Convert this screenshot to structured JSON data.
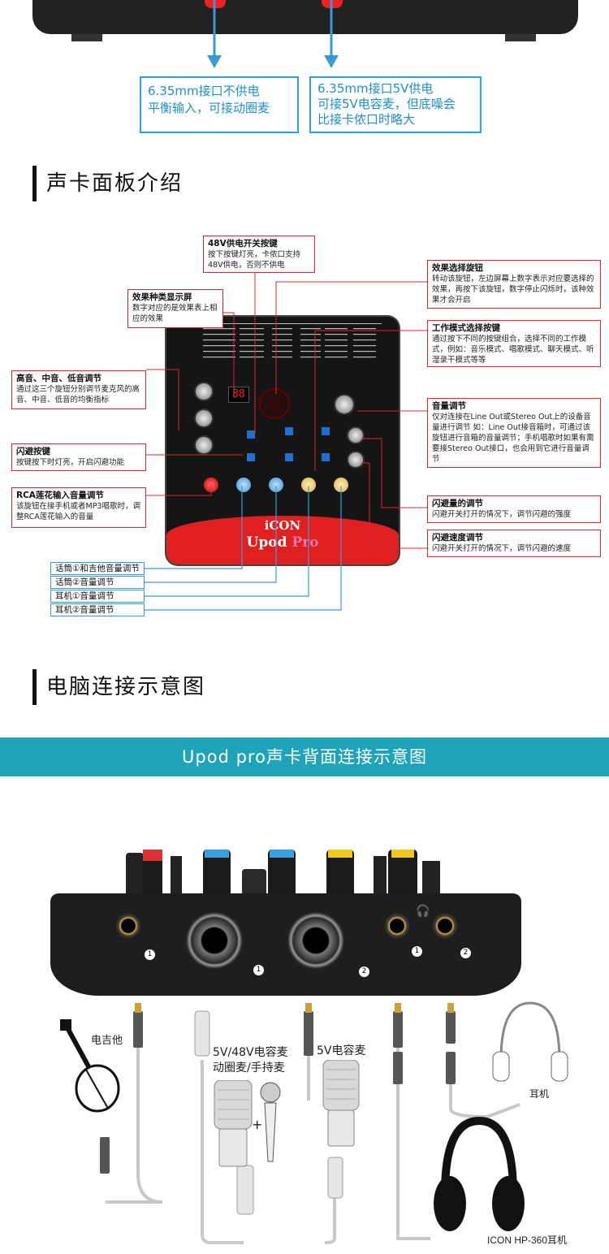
{
  "top": {
    "box_left": {
      "line1": "6.35mm接口不供电",
      "line2": "平衡输入，可接动圈麦"
    },
    "box_right": {
      "line1": "6.35mm接口5V供电",
      "line2": "可接5V电容麦，但底噪会",
      "line3": "比接卡侬口时略大"
    }
  },
  "section1": {
    "title": "声卡面板介绍"
  },
  "panel": {
    "brand": "iCON",
    "model_a": "Upod",
    "model_b": "Pro",
    "display": "88"
  },
  "annotations": {
    "a48v": {
      "title": "48V供电开关按键",
      "body": "按下按键灯亮，卡侬口支持48V供电，否则不供电"
    },
    "effect_display": {
      "title": "效果种类显示屏",
      "body": "数字对应的是效果表上相应的效果"
    },
    "effect_knob": {
      "title": "效果选择旋钮",
      "body": "转动该旋钮，左边屏幕上数字表示对应要选择的效果，再按下该旋钮，数字停止闪烁时，该种效果才会开启"
    },
    "mode_button": {
      "title": "工作模式选择按键",
      "body": "通过按下不同的按键组合，选择不同的工作模式，例如：音乐模式、唱歌模式、聊天模式、听湿录干模式等等"
    },
    "eq": {
      "title": "高音、中音、低音调节",
      "body": "通过这三个旋钮分别调节麦克风的高音、中音、低音的均衡指标"
    },
    "volume": {
      "title": "音量调节",
      "body": "仅对连接在Line Out或Stereo Out上的设备音量进行调节 如：Line Out接音箱时，可通过该旋钮进行音箱的音量调节；手机唱歌时如果有需要接Stereo Out接口，也会用到它进行音量调节"
    },
    "dodge_button": {
      "title": "闪避按键",
      "body": "按键按下时灯亮，开启闪避功能"
    },
    "rca": {
      "title": "RCA莲花输入音量调节",
      "body": "该旋钮在接手机或者MP3唱歌时，调整RCA莲花输入的音量"
    },
    "dodge_amount": {
      "title": "闪避量的调节",
      "body": "闪避开关打开的情况下，调节闪避的强度"
    },
    "dodge_speed": {
      "title": "闪避速度调节",
      "body": "闪避开关打开的情况下，调节闪避的速度"
    }
  },
  "bottom_labels": [
    "话筒①和吉他音量调节",
    "话筒②音量调节",
    "耳机①音量调节",
    "耳机②音量调节"
  ],
  "section2": {
    "title": "电脑连接示意图"
  },
  "banner": {
    "text": "Upod pro声卡背面连接示意图"
  },
  "rear": {
    "port_labels": [
      "1",
      "1",
      "2",
      "1",
      "2"
    ],
    "guitar": "电吉他",
    "mic48": "5V/48V电容麦",
    "mic_dyn": "动圈麦/手持麦",
    "mic5v": "5V电容麦",
    "headphone": "耳机",
    "hp360": "ICON HP-360耳机",
    "plus": "+"
  },
  "colors": {
    "accent_blue": "#29a3d9",
    "red": "#d7282f",
    "banner": "#1ea3b8"
  }
}
